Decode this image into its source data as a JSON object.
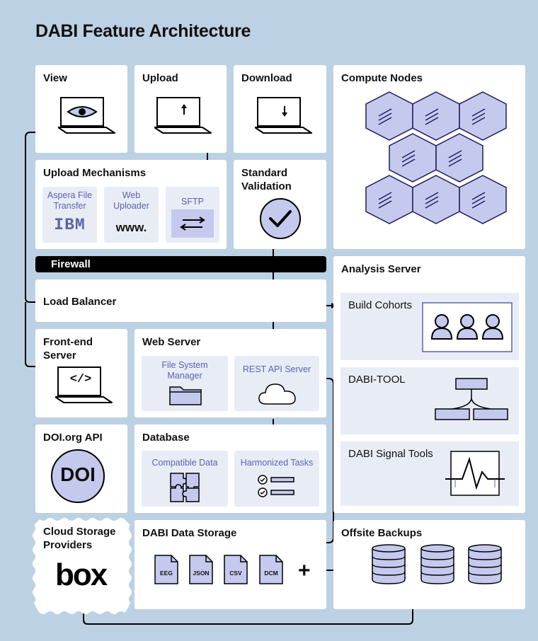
{
  "title": "DABI Feature Architecture",
  "boxes": {
    "view": "View",
    "upload": "Upload",
    "download": "Download",
    "compute": "Compute Nodes",
    "upload_mech": "Upload Mechanisms",
    "validation": "Standard Validation",
    "firewall": "Firewall",
    "load_balancer": "Load Balancer",
    "analysis": "Analysis Server",
    "frontend": "Front-end Server",
    "webserver": "Web Server",
    "doi_api": "DOI.org API",
    "database": "Database",
    "cloud": "Cloud Storage Providers",
    "data_storage": "DABI Data Storage",
    "offsite": "Offsite Backups"
  },
  "upload_mechanisms": {
    "aspera": "Aspera File Transfer",
    "aspera_logo": "IBM",
    "web": "Web Uploader",
    "web_logo": "www.",
    "sftp": "SFTP"
  },
  "web_server": {
    "fsm": "File System Manager",
    "rest": "REST API Server"
  },
  "database": {
    "compatible": "Compatible Data",
    "harmonized": "Harmonized Tasks"
  },
  "analysis": {
    "cohorts": "Build Cohorts",
    "tool": "DABI-TOOL",
    "signal": "DABI Signal Tools"
  },
  "doi_logo": "DOI",
  "box_logo": "box",
  "file_types": [
    "EEG",
    "JSON",
    "CSV",
    "DCM"
  ],
  "plus": "+",
  "frontend_code": "</>",
  "colors": {
    "background": "#bdd1e4",
    "accent": "#5b63b0",
    "accent_fill": "#c5c9ee",
    "panel": "#e8ecf5"
  }
}
